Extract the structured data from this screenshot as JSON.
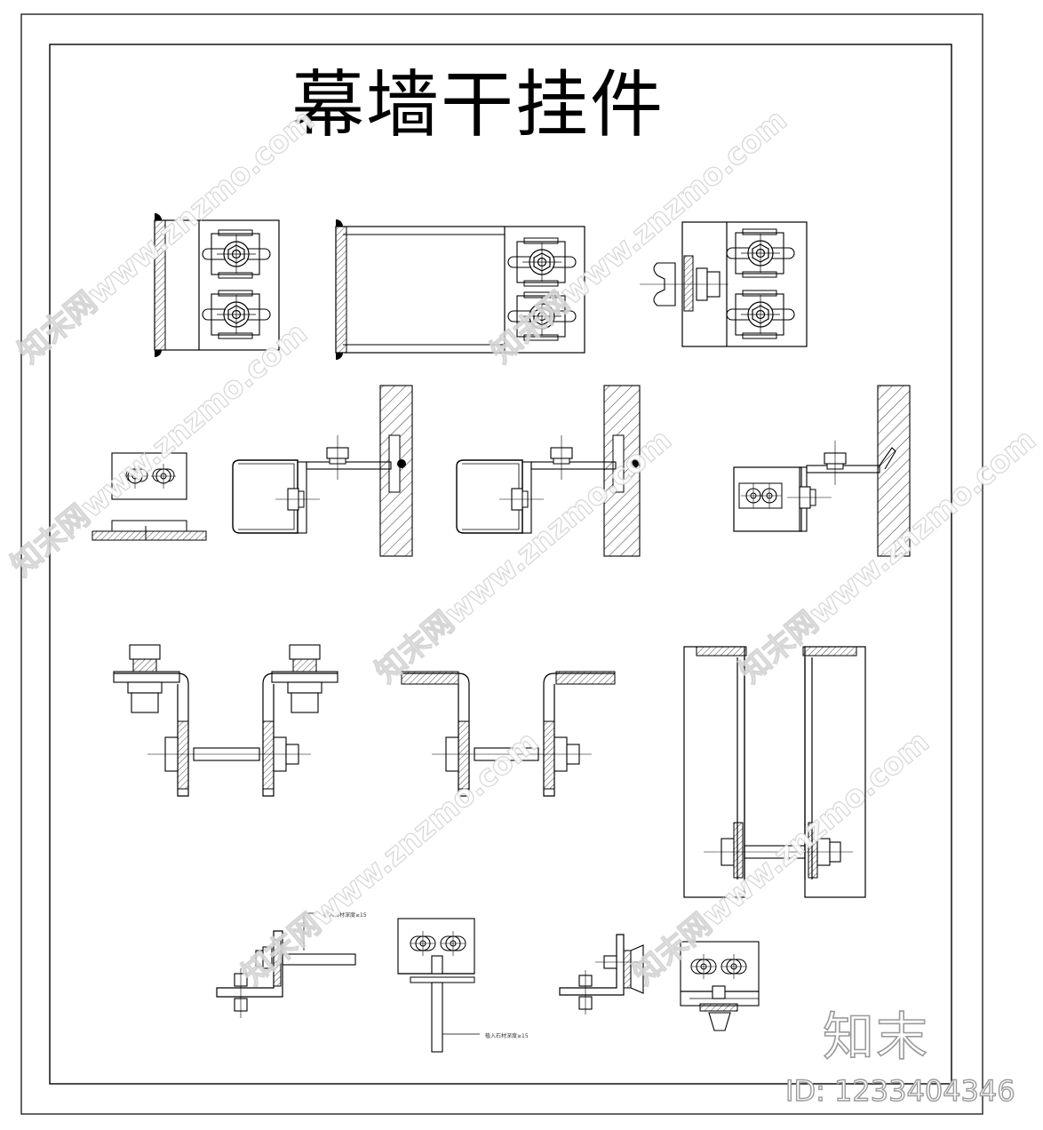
{
  "title": "幕墙干挂件",
  "brand": "知末",
  "id_label": "ID: 1233404346",
  "watermark_text": "知末网www.znzmo.com",
  "notes": {
    "anchor_note_1": "植入石材深度≥15",
    "anchor_note_2": "植入石材深度≥15"
  },
  "colors": {
    "line": "#000000",
    "watermark": "#d2d2d2",
    "brand": "#9a9a9a"
  }
}
